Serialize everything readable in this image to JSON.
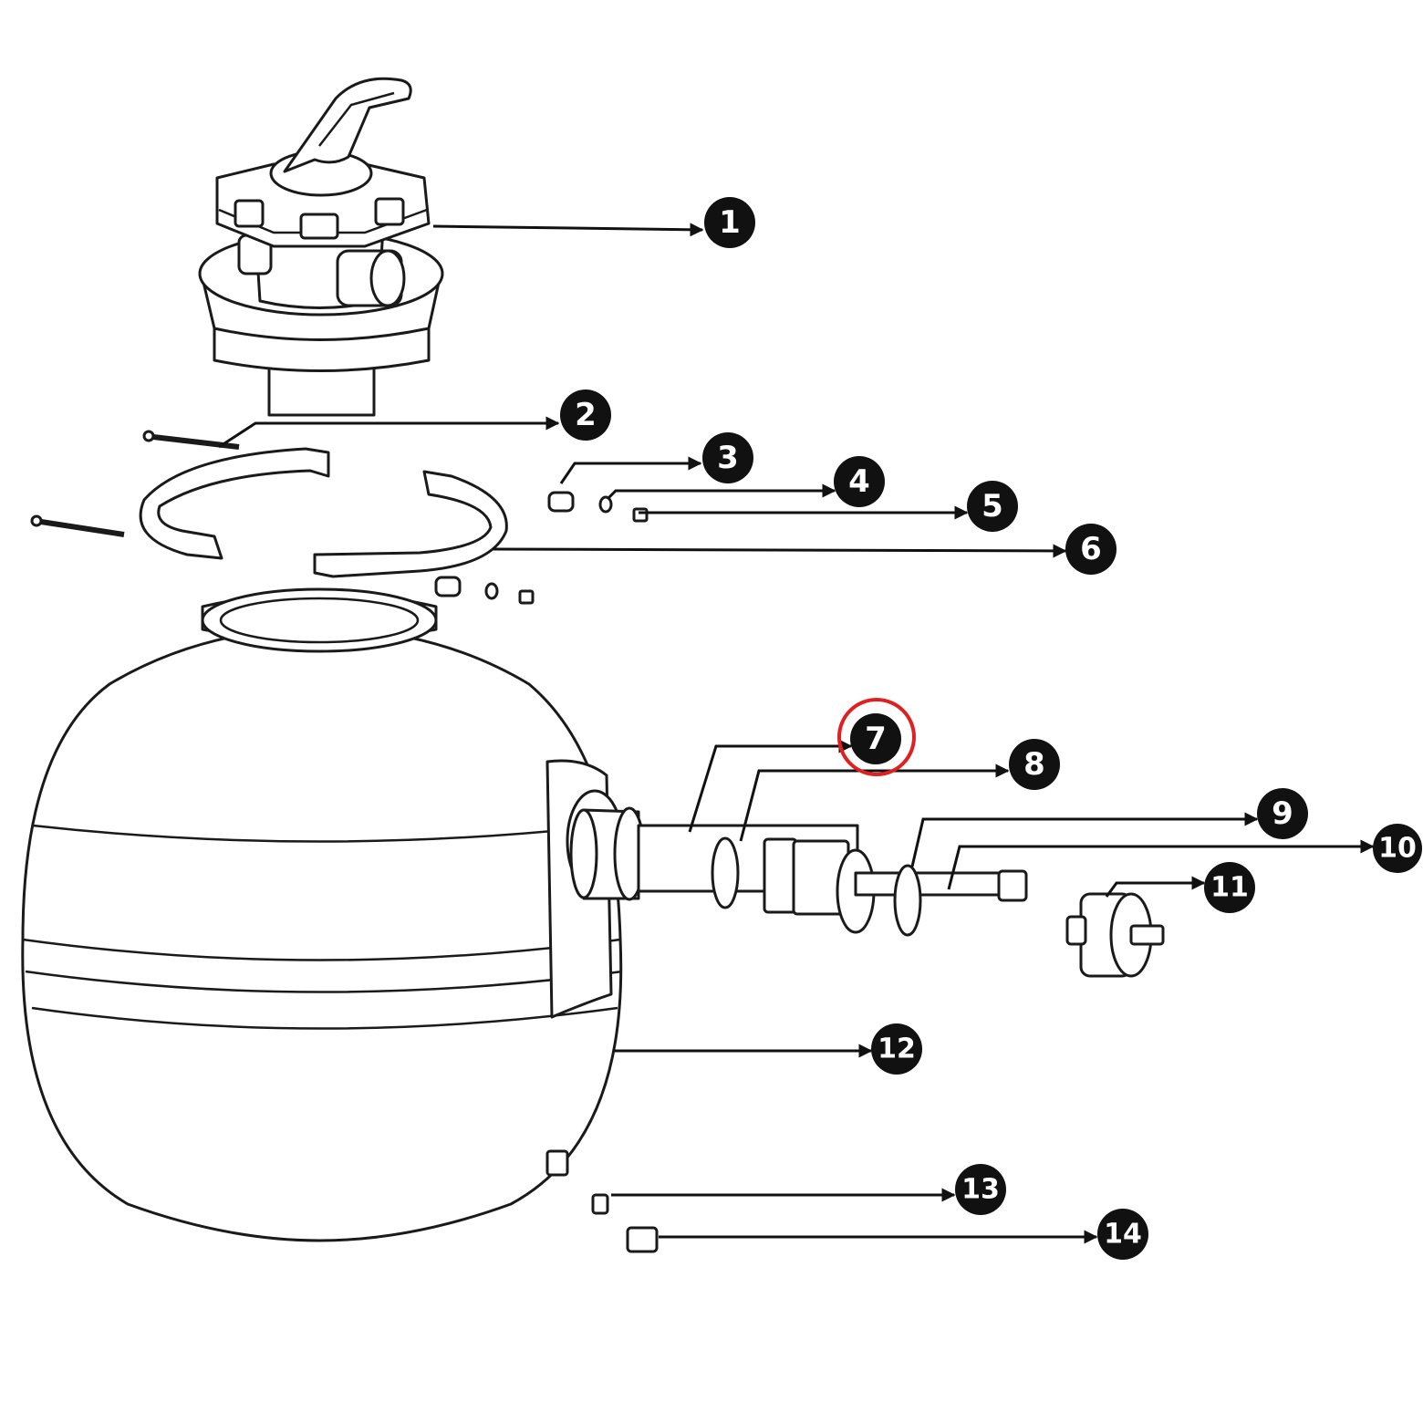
{
  "colors": {
    "line": "#1a1a1a",
    "badge": "#111111",
    "badge_text": "#ffffff",
    "highlight": "#e02020"
  },
  "callouts": [
    {
      "id": "1",
      "label": "1"
    },
    {
      "id": "2",
      "label": "2"
    },
    {
      "id": "3",
      "label": "3"
    },
    {
      "id": "4",
      "label": "4"
    },
    {
      "id": "5",
      "label": "5"
    },
    {
      "id": "6",
      "label": "6"
    },
    {
      "id": "7",
      "label": "7",
      "highlighted": true
    },
    {
      "id": "8",
      "label": "8"
    },
    {
      "id": "9",
      "label": "9"
    },
    {
      "id": "10",
      "label": "10"
    },
    {
      "id": "11",
      "label": "11"
    },
    {
      "id": "12",
      "label": "12"
    },
    {
      "id": "13",
      "label": "13"
    },
    {
      "id": "14",
      "label": "14"
    }
  ]
}
